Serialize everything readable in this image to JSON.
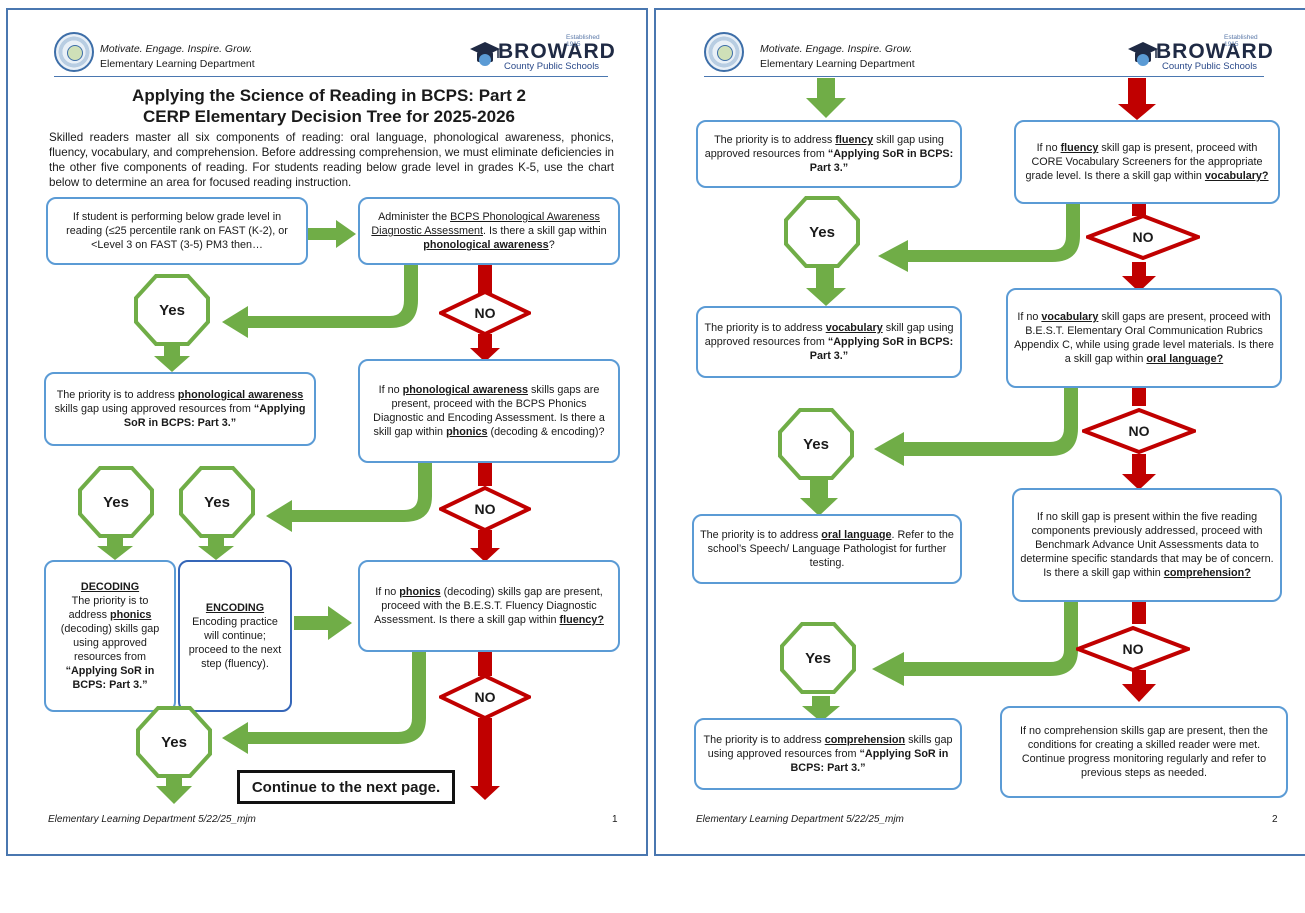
{
  "header": {
    "tagline": "Motivate. Engage. Inspire. Grow.",
    "department": "Elementary Learning Department",
    "logo_word": "BROWARD",
    "logo_sub": "County Public Schools",
    "logo_est": "Established 1915"
  },
  "page1": {
    "title": "Applying the Science of Reading in BCPS: Part 2",
    "subtitle": "CERP Elementary Decision Tree for 2025-2026",
    "intro": "Skilled readers master all six components of reading: oral language, phonological awareness, phonics, fluency, vocabulary, and comprehension. Before addressing comprehension, we must eliminate deficiencies in the other five components of reading. For students reading below grade level in grades K-5, use the chart below to determine an area for focused reading instruction.",
    "start_box": "If student is performing below grade level in reading (≤25 percentile rank on FAST (K-2), or <Level 3 on FAST (3-5) PM3 then…",
    "pa_assess": {
      "pre": "Administer the ",
      "link": "BCPS Phonological Awareness Diagnostic Assessment",
      "mid": ".  Is there a skill gap within ",
      "key": "phonological awareness",
      "post": "?"
    },
    "pa_priority": {
      "pre": "The priority is to address ",
      "key": "phonological awareness",
      "mid": " skills gap using approved resources from ",
      "src": "“Applying SoR in BCPS: Part 3.”"
    },
    "phonics_assess": {
      "pre": "If no ",
      "key1": "phonological awareness",
      "mid": " skills gaps are present, proceed with the BCPS Phonics Diagnostic and Encoding Assessment.  Is there a skill gap within ",
      "key2": "phonics",
      "post": " (decoding & encoding)?"
    },
    "decoding": {
      "head": "DECODING",
      "pre": "The priority is to address ",
      "key": "phonics",
      "mid": " (decoding) skills gap using approved resources from ",
      "src": "“Applying SoR in BCPS: Part 3.”"
    },
    "encoding": {
      "head": "ENCODING",
      "text": "Encoding practice will continue; proceed to the next step (fluency)."
    },
    "fluency_assess": {
      "pre": "If no ",
      "key": "phonics",
      "mid": " (decoding) skills gap are present, proceed with the B.E.S.T. Fluency Diagnostic Assessment. Is there a skill gap within ",
      "key2": "fluency?"
    },
    "continue": "Continue to the next page.",
    "footer": "Elementary Learning Department 5/22/25_mjm",
    "page_number": "1"
  },
  "page2": {
    "fluency_priority": {
      "pre": "The priority is to address ",
      "key": "fluency",
      "mid": " skill gap using approved resources from ",
      "src": "“Applying SoR in BCPS: Part 3.”"
    },
    "vocab_assess": {
      "pre": "If no ",
      "key": "fluency",
      "mid": " skill gap is present, proceed with CORE Vocabulary Screeners for the appropriate grade level. Is there a skill gap within ",
      "key2": "vocabulary?"
    },
    "vocab_priority": {
      "pre": "The priority is to address ",
      "key": "vocabulary",
      "mid": " skill gap using approved resources from ",
      "src": "“Applying SoR in BCPS: Part 3.”"
    },
    "oral_assess": {
      "pre": "If no ",
      "key": "vocabulary",
      "mid": " skill gaps are present, proceed with B.E.S.T. Elementary Oral Communication Rubrics Appendix C, while using grade level materials. Is there a skill gap within ",
      "key2": "oral language?"
    },
    "oral_priority": {
      "pre": "The priority is to address ",
      "key": "oral language",
      "post": ". Refer to the school’s Speech/ Language Pathologist for further testing."
    },
    "comp_assess": {
      "text": "If no skill gap is present within the five reading components previously addressed, proceed with Benchmark Advance Unit Assessments data to determine specific standards that may be of concern. Is there a skill gap within ",
      "key": "comprehension?"
    },
    "comp_priority": {
      "pre": "The priority is to address ",
      "key": "comprehension",
      "mid": " skills gap using approved resources from ",
      "src": "“Applying SoR in BCPS: Part 3.”"
    },
    "final": "If no comprehension skills gap are present, then the conditions for creating a skilled reader were met.  Continue progress monitoring regularly and refer to previous steps as needed.",
    "footer": "Elementary Learning Department 5/22/25_mjm",
    "page_number": "2"
  },
  "labels": {
    "yes": "Yes",
    "no": "NO"
  },
  "colors": {
    "green": "#70ad47",
    "red": "#c00000",
    "box_border": "#5b9bd5",
    "page_border": "#4a77b0"
  }
}
